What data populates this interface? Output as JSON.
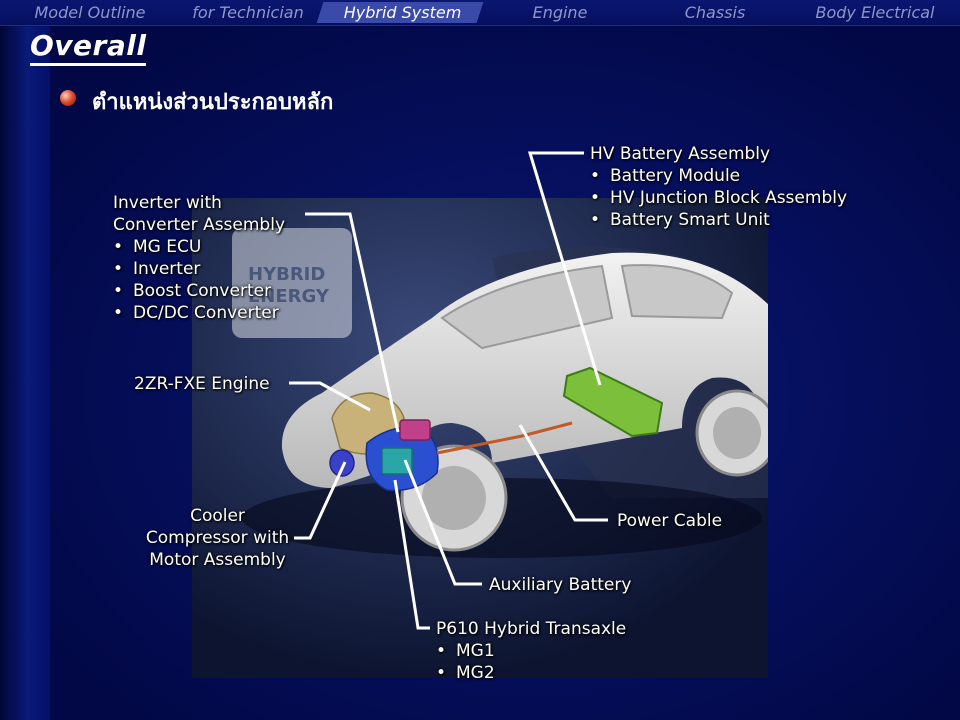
{
  "nav": {
    "tabs": [
      "Model Outline",
      "for Technician",
      "Hybrid System",
      "Engine",
      "Chassis",
      "Body Electrical"
    ],
    "active_index": 2
  },
  "page_title": "Overall",
  "subtitle": "ตำแหน่งส่วนประกอบหลัก",
  "labels": {
    "hv_battery": {
      "title": "HV Battery Assembly",
      "items": [
        "Battery Module",
        "HV Junction Block Assembly",
        "Battery Smart Unit"
      ]
    },
    "inverter": {
      "title_line1": "Inverter with",
      "title_line2": "Converter Assembly",
      "items": [
        "MG ECU",
        "Inverter",
        "Boost Converter",
        "DC/DC Converter"
      ]
    },
    "engine": "2ZR-FXE Engine",
    "cooler": {
      "line1": "Cooler",
      "line2": "Compressor with",
      "line3": "Motor Assembly"
    },
    "power_cable": "Power Cable",
    "aux_battery": "Auxiliary Battery",
    "transaxle": {
      "title": "P610 Hybrid Transaxle",
      "items": [
        "MG1",
        "MG2"
      ]
    }
  },
  "colors": {
    "background": "#00064a",
    "nav_active_bg": "#3a4aa8",
    "nav_text": "#8d97c8",
    "text": "#ffffff",
    "battery_green": "#7cbf3a",
    "engine_tan": "#c9b27a",
    "transaxle_blue": "#2a4fd0",
    "inverter_pink": "#c0408a",
    "aux_cyan": "#2aa6a8",
    "cable_orange": "#c05a28"
  }
}
